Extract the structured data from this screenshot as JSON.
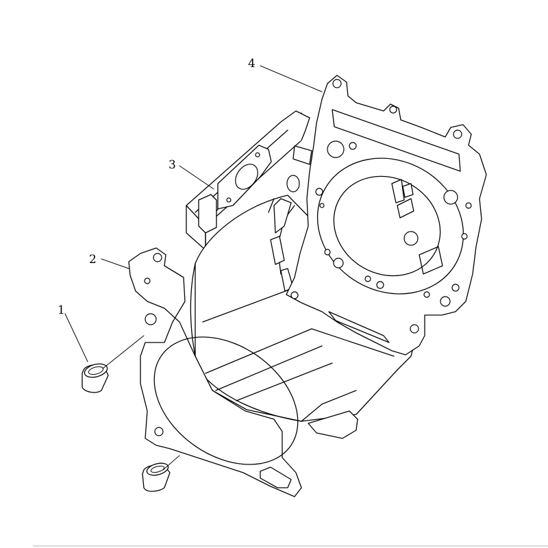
{
  "callouts": [
    {
      "number": "1",
      "part": "dowel-pin"
    },
    {
      "number": "2",
      "part": "cylinder-base-gasket"
    },
    {
      "number": "3",
      "part": "chain-guide-gasket"
    },
    {
      "number": "4",
      "part": "cylinder-head-gasket"
    }
  ],
  "colors": {
    "line": "#000000",
    "background": "#ffffff",
    "footer_rule": "#d8d8d8"
  }
}
